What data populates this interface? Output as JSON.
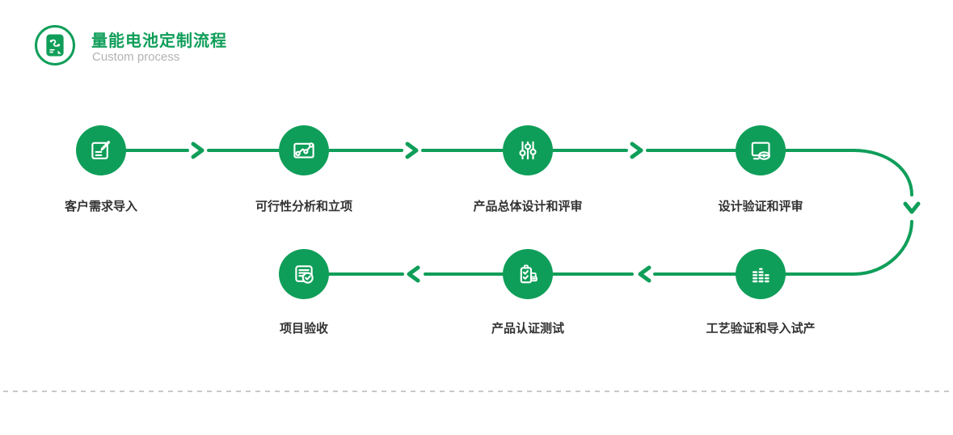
{
  "header": {
    "title": "量能电池定制流程",
    "subtitle": "Custom process",
    "icon": "flow-document-icon"
  },
  "colors": {
    "accent": "#0f9e59",
    "label": "#333333",
    "subtitle": "#b3b3b3",
    "dash": "#c9c9c9"
  },
  "steps": [
    {
      "label": "客户需求导入",
      "icon": "edit-document-icon"
    },
    {
      "label": "可行性分析和立项",
      "icon": "line-chart-icon"
    },
    {
      "label": "产品总体设计和评审",
      "icon": "sliders-icon"
    },
    {
      "label": "设计验证和评审",
      "icon": "monitor-review-icon"
    },
    {
      "label": "工艺验证和导入试产",
      "icon": "equalizer-bars-icon"
    },
    {
      "label": "产品认证测试",
      "icon": "certification-test-icon"
    },
    {
      "label": "项目验收",
      "icon": "document-check-icon"
    }
  ]
}
